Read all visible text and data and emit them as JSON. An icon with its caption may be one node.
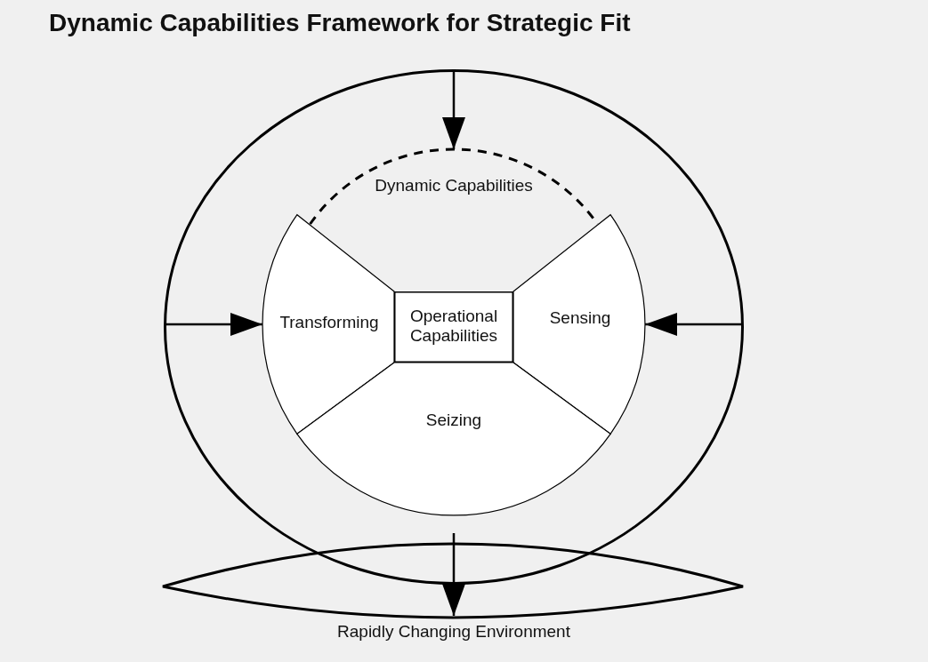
{
  "diagram": {
    "title": "Dynamic Capabilities Framework for Strategic Fit",
    "nodes": [
      {
        "text": [],
        "shape": "circle"
      },
      {
        "text": [
          "Dynamic Capabilities"
        ],
        "in": 0
      },
      {
        "text": [
          "Transforming"
        ],
        "in": 0
      },
      {
        "text": [
          "Sensing"
        ],
        "in": 0
      },
      {
        "text": [
          "Seizing"
        ],
        "in": 0
      },
      {
        "text": [
          "Operational Capabilities"
        ],
        "in": 0
      },
      {
        "text": [
          "Rapidly Changing Environment"
        ]
      }
    ],
    "edges": [
      {
        "from": null,
        "to": 1,
        "arrow": "to"
      },
      {
        "from": null,
        "to": 2,
        "arrow": "to"
      },
      {
        "from": null,
        "to": 3,
        "arrow": "to"
      },
      {
        "from": null,
        "to": 6,
        "arrow": "to"
      }
    ]
  }
}
